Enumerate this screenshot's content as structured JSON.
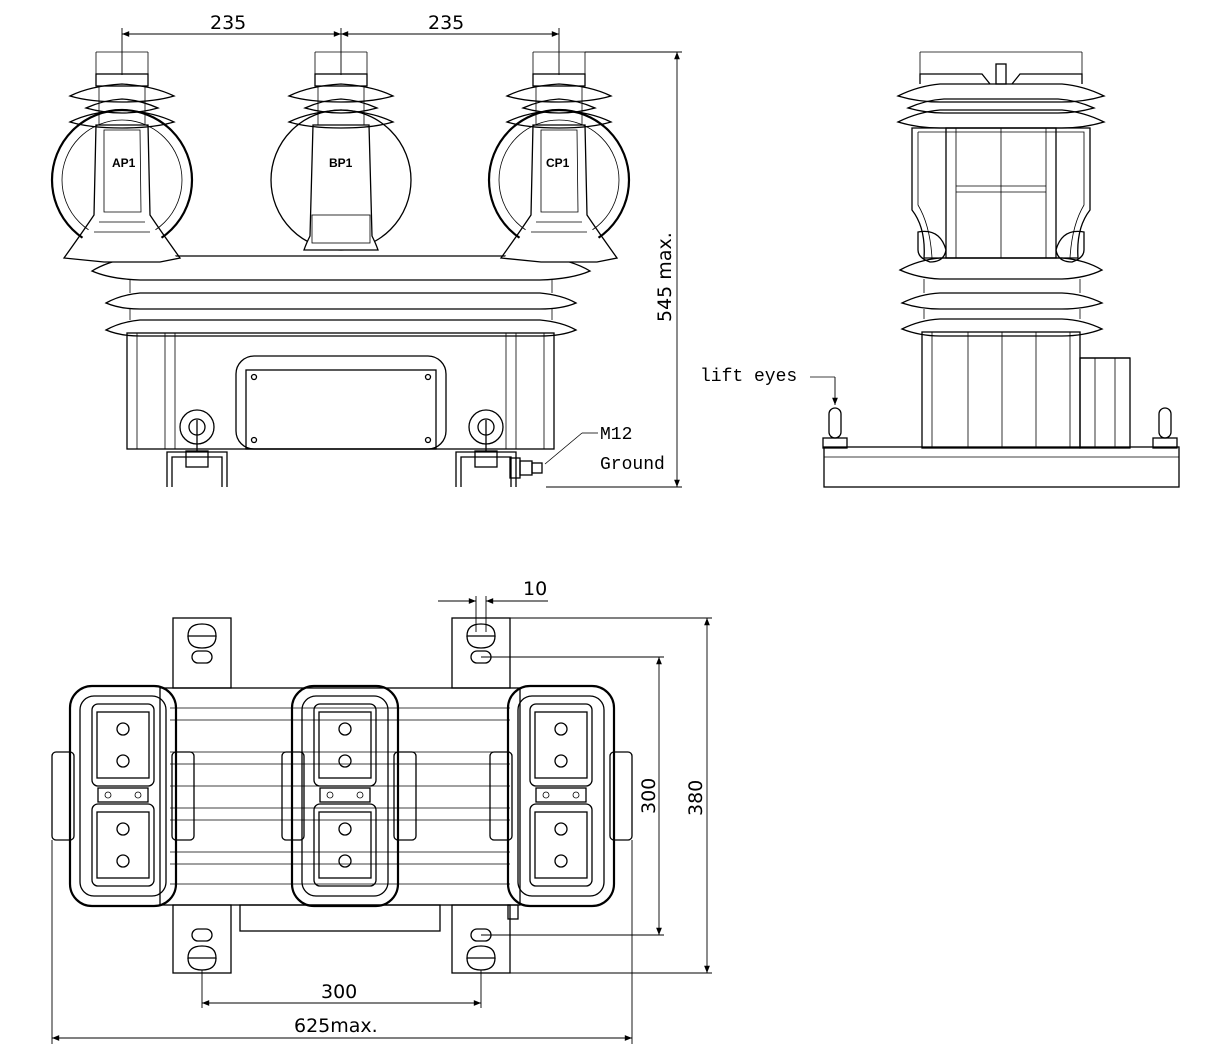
{
  "front_view": {
    "dim_top_left": "235",
    "dim_top_right": "235",
    "dim_height": "545 max.",
    "phase_labels": [
      "AP1",
      "BP1",
      "CP1"
    ],
    "callout_m12": "M12",
    "callout_ground": "Ground"
  },
  "side_view": {
    "callout_lift_eyes": "lift eyes"
  },
  "top_view": {
    "dim_slot": "10",
    "dim_inner_depth": "300",
    "dim_outer_depth": "380",
    "dim_mount_spacing": "300",
    "dim_overall_width": "625max."
  }
}
